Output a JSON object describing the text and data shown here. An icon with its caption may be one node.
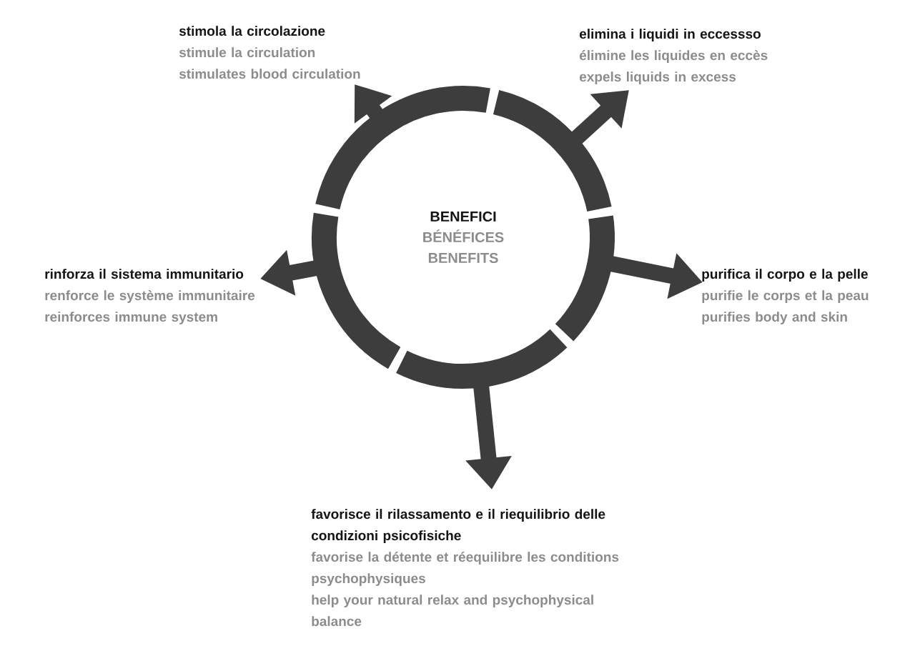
{
  "diagram": {
    "nodes": [
      {
        "text": [
          "BENEFICI",
          "BÉNÉFICES",
          "BENEFITS"
        ]
      },
      {
        "text": [
          "stimola la circolazione",
          "stimule la circulation",
          "stimulates blood circulation"
        ]
      },
      {
        "text": [
          "elimina i liquidi in eccessso",
          "élimine les liquides en eccès",
          "expels liquids in excess"
        ]
      },
      {
        "text": [
          "rinforza il sistema immunitario",
          "renforce le système immunitaire",
          "reinforces immune system"
        ]
      },
      {
        "text": [
          "purifica il corpo e la pelle",
          "purifie le corps et la peau",
          "purifies body and skin"
        ]
      },
      {
        "text": [
          "favorisce il rilassamento e il riequilibrio delle condizioni psicofisiche",
          "favorise la détente et réequilibre les conditions psychophysiques",
          "help your natural relax and psychophysical balance"
        ]
      }
    ],
    "edges": [
      {
        "from": 0,
        "to": 1,
        "arrow": "to"
      },
      {
        "from": 0,
        "to": 2,
        "arrow": "to"
      },
      {
        "from": 0,
        "to": 3,
        "arrow": "to"
      },
      {
        "from": 0,
        "to": 4,
        "arrow": "to"
      },
      {
        "from": 0,
        "to": 5,
        "arrow": "to"
      }
    ]
  }
}
